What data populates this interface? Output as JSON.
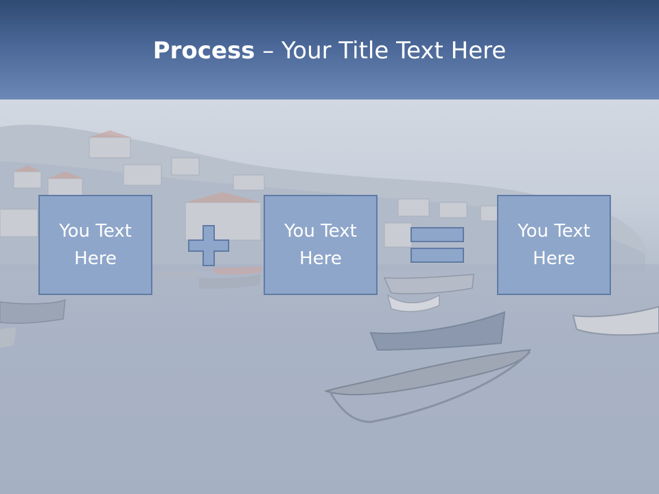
{
  "title": {
    "bold": "Process",
    "rest": " – Your Title Text Here"
  },
  "boxes": [
    {
      "text": "You Text\nHere"
    },
    {
      "text": "You Text\nHere"
    },
    {
      "text": "You Text\nHere"
    }
  ],
  "colors": {
    "banner_top": "#2f4a72",
    "banner_bottom": "#6c88b6",
    "box_fill": "#8ea6c9",
    "box_border": "#5f7aa4"
  },
  "icons": [
    "plus-icon",
    "equals-icon"
  ]
}
